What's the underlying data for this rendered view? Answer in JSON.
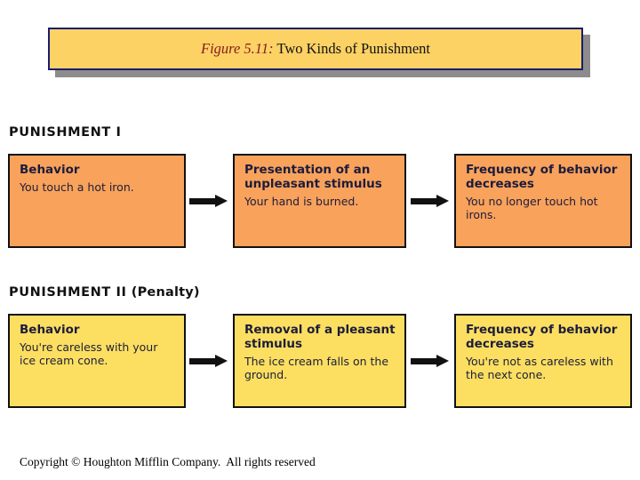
{
  "title": {
    "figure_label": "Figure 5.11:",
    "figure_title": " Two Kinds of Punishment",
    "banner_fill": "#fcd265",
    "banner_border": "#1b1b6e",
    "label_color": "#8b1a1a"
  },
  "diagram": {
    "sections": [
      {
        "label": "PUNISHMENT I",
        "label_suffix": "",
        "color": "#f9a25b",
        "boxes": [
          {
            "head": "Behavior",
            "body": "You touch a hot iron."
          },
          {
            "head": "Presentation of an unpleasant stimulus",
            "body": "Your hand is burned."
          },
          {
            "head": "Frequency of behavior decreases",
            "body": "You no longer touch hot irons."
          }
        ]
      },
      {
        "label": "PUNISHMENT II",
        "label_suffix": "  (Penalty)",
        "color": "#fcdf60",
        "boxes": [
          {
            "head": "Behavior",
            "body": "You're careless with your ice cream cone."
          },
          {
            "head": "Removal of a pleasant stimulus",
            "body": "The ice cream falls on the ground."
          },
          {
            "head": "Frequency of behavior decreases",
            "body": "You're not as careless with the next cone."
          }
        ]
      }
    ]
  },
  "footer": {
    "copyright": "Copyright © Houghton Mifflin Company.  All rights reserved"
  }
}
